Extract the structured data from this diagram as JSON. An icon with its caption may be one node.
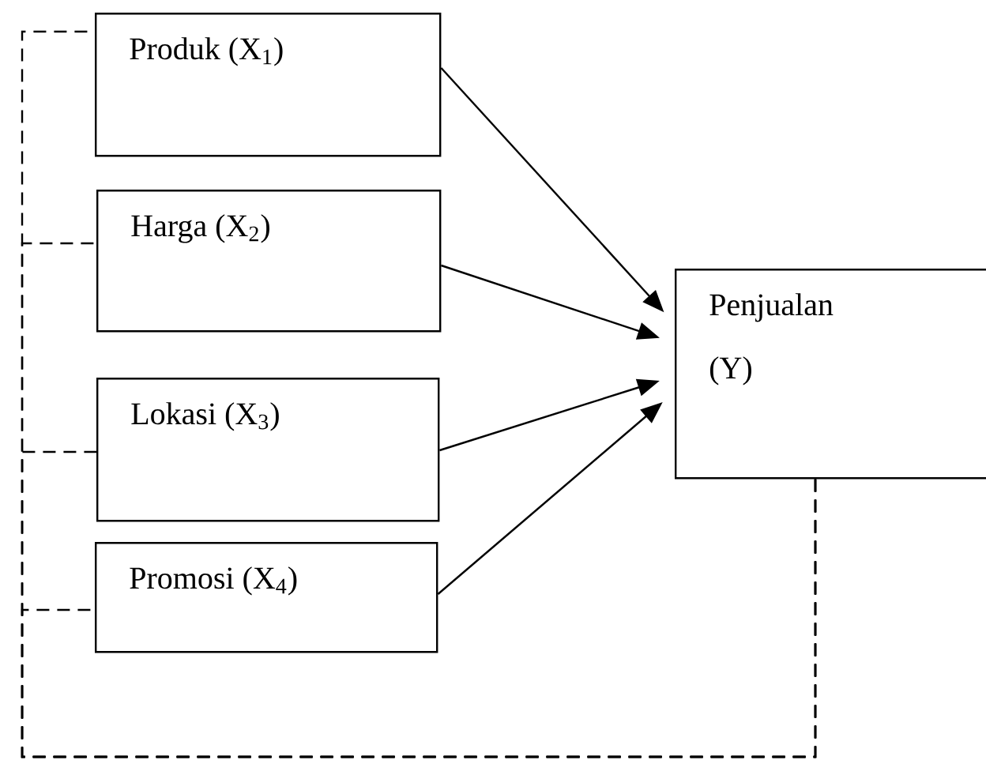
{
  "diagram": {
    "nodes": [
      {
        "text": [
          "Produk (X$_{1}$)"
        ]
      },
      {
        "text": [
          "Harga (X$_{2}$)"
        ]
      },
      {
        "text": [
          "Lokasi (X$_{3}$)"
        ]
      },
      {
        "text": [
          "Promosi (X$_{4}$)"
        ]
      },
      {
        "text": [
          "Penjualan (Y)"
        ]
      }
    ],
    "edges": [
      {
        "from": 0,
        "to": 4,
        "arrow": "to"
      },
      {
        "from": 1,
        "to": 4,
        "arrow": "to"
      },
      {
        "from": 2,
        "to": 4,
        "arrow": "to"
      },
      {
        "from": 3,
        "to": 4,
        "arrow": "to"
      },
      {
        "from": 4,
        "to": 0,
        "arrow": "none",
        "style": "dashed"
      },
      {
        "from": 4,
        "to": 1,
        "arrow": "none",
        "style": "dashed"
      },
      {
        "from": 4,
        "to": 2,
        "arrow": "none",
        "style": "dashed"
      },
      {
        "from": 4,
        "to": 3,
        "arrow": "none",
        "style": "dashed"
      }
    ]
  }
}
